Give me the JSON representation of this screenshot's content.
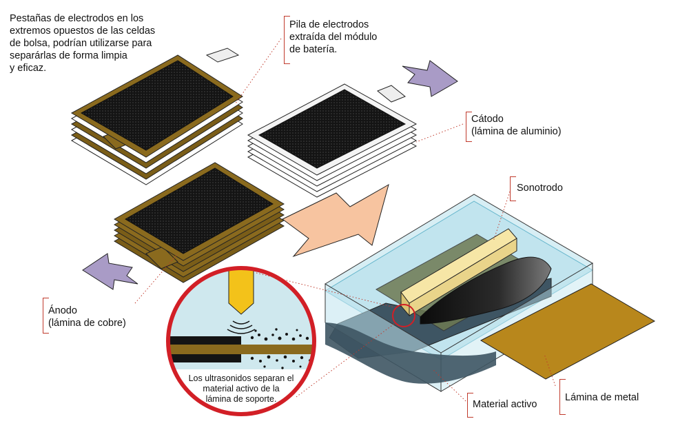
{
  "labels": {
    "tabs_note": "Pestañas de electrodos en los\nextremos opuestos de las celdas\nde bolsa, podrían utilizarse para\nseparárlas de forma limpia\ny eficaz.",
    "stack": "Pila de electrodos\nextraída del módulo\nde batería.",
    "cathode": "Cátodo\n(lámina de aluminio)",
    "anode": "Ánodo\n(lámina de cobre)",
    "sonotrode": "Sonotrodo",
    "active_material": "Material activo",
    "metal_foil": "Lámina de metal",
    "inset_caption": "Los ultrasonidos separan el\nmaterial activo de la\nlámina de soporte."
  },
  "colors": {
    "electrode_black": "#141414",
    "copper_foil": "#8a6a1e",
    "aluminium_foil": "#f2f2f2",
    "arrow_purple": "#a99bc6",
    "arrow_peach": "#f7c4a0",
    "water": "#bfe4ee",
    "sonotrode": "#f6e6a6",
    "highlight_red": "#d21f26"
  }
}
